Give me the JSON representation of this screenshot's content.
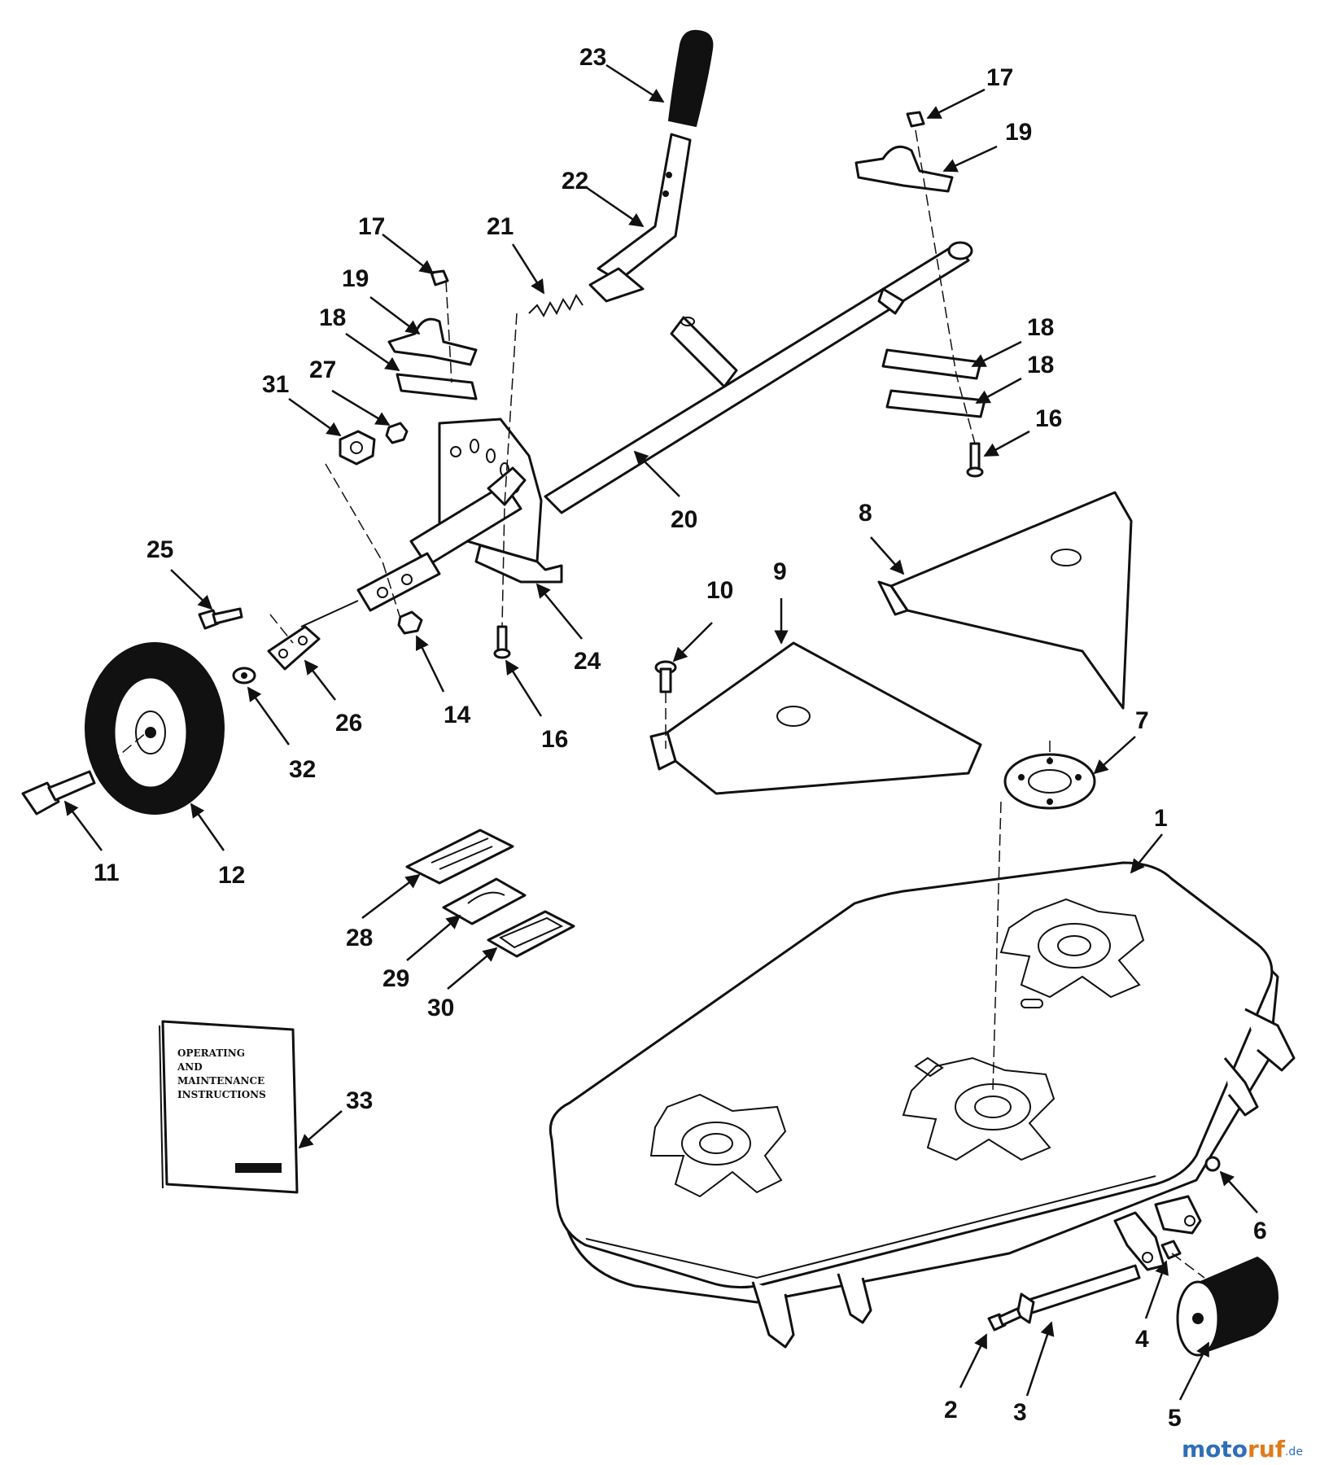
{
  "callouts": [
    {
      "id": "c23",
      "text": "23"
    },
    {
      "id": "c22",
      "text": "22"
    },
    {
      "id": "c21",
      "text": "21"
    },
    {
      "id": "c17a",
      "text": "17"
    },
    {
      "id": "c19a",
      "text": "19"
    },
    {
      "id": "c18a",
      "text": "18"
    },
    {
      "id": "c27",
      "text": "27"
    },
    {
      "id": "c31",
      "text": "31"
    },
    {
      "id": "c17b",
      "text": "17"
    },
    {
      "id": "c19b",
      "text": "19"
    },
    {
      "id": "c18b",
      "text": "18"
    },
    {
      "id": "c18c",
      "text": "18"
    },
    {
      "id": "c16a",
      "text": "16"
    },
    {
      "id": "c20",
      "text": "20"
    },
    {
      "id": "c8",
      "text": "8"
    },
    {
      "id": "c25",
      "text": "25"
    },
    {
      "id": "c24",
      "text": "24"
    },
    {
      "id": "c10",
      "text": "10"
    },
    {
      "id": "c9",
      "text": "9"
    },
    {
      "id": "c14",
      "text": "14"
    },
    {
      "id": "c26",
      "text": "26"
    },
    {
      "id": "c16b",
      "text": "16"
    },
    {
      "id": "c32",
      "text": "32"
    },
    {
      "id": "c7",
      "text": "7"
    },
    {
      "id": "c11",
      "text": "11"
    },
    {
      "id": "c12",
      "text": "12"
    },
    {
      "id": "c1",
      "text": "1"
    },
    {
      "id": "c28",
      "text": "28"
    },
    {
      "id": "c29",
      "text": "29"
    },
    {
      "id": "c30",
      "text": "30"
    },
    {
      "id": "c33",
      "text": "33"
    },
    {
      "id": "c6",
      "text": "6"
    },
    {
      "id": "c4",
      "text": "4"
    },
    {
      "id": "c2",
      "text": "2"
    },
    {
      "id": "c3",
      "text": "3"
    },
    {
      "id": "c5",
      "text": "5"
    }
  ],
  "manual": {
    "line1": "OPERATING",
    "line2": "AND",
    "line3": "MAINTENANCE",
    "line4": "INSTRUCTIONS"
  },
  "watermark": {
    "part1": "moto",
    "part2": "ruf",
    "suffix": ".de"
  },
  "colors": {
    "ink": "#111111",
    "watermark_blue": "#2f6fb6",
    "watermark_orange": "#e07a1a"
  }
}
